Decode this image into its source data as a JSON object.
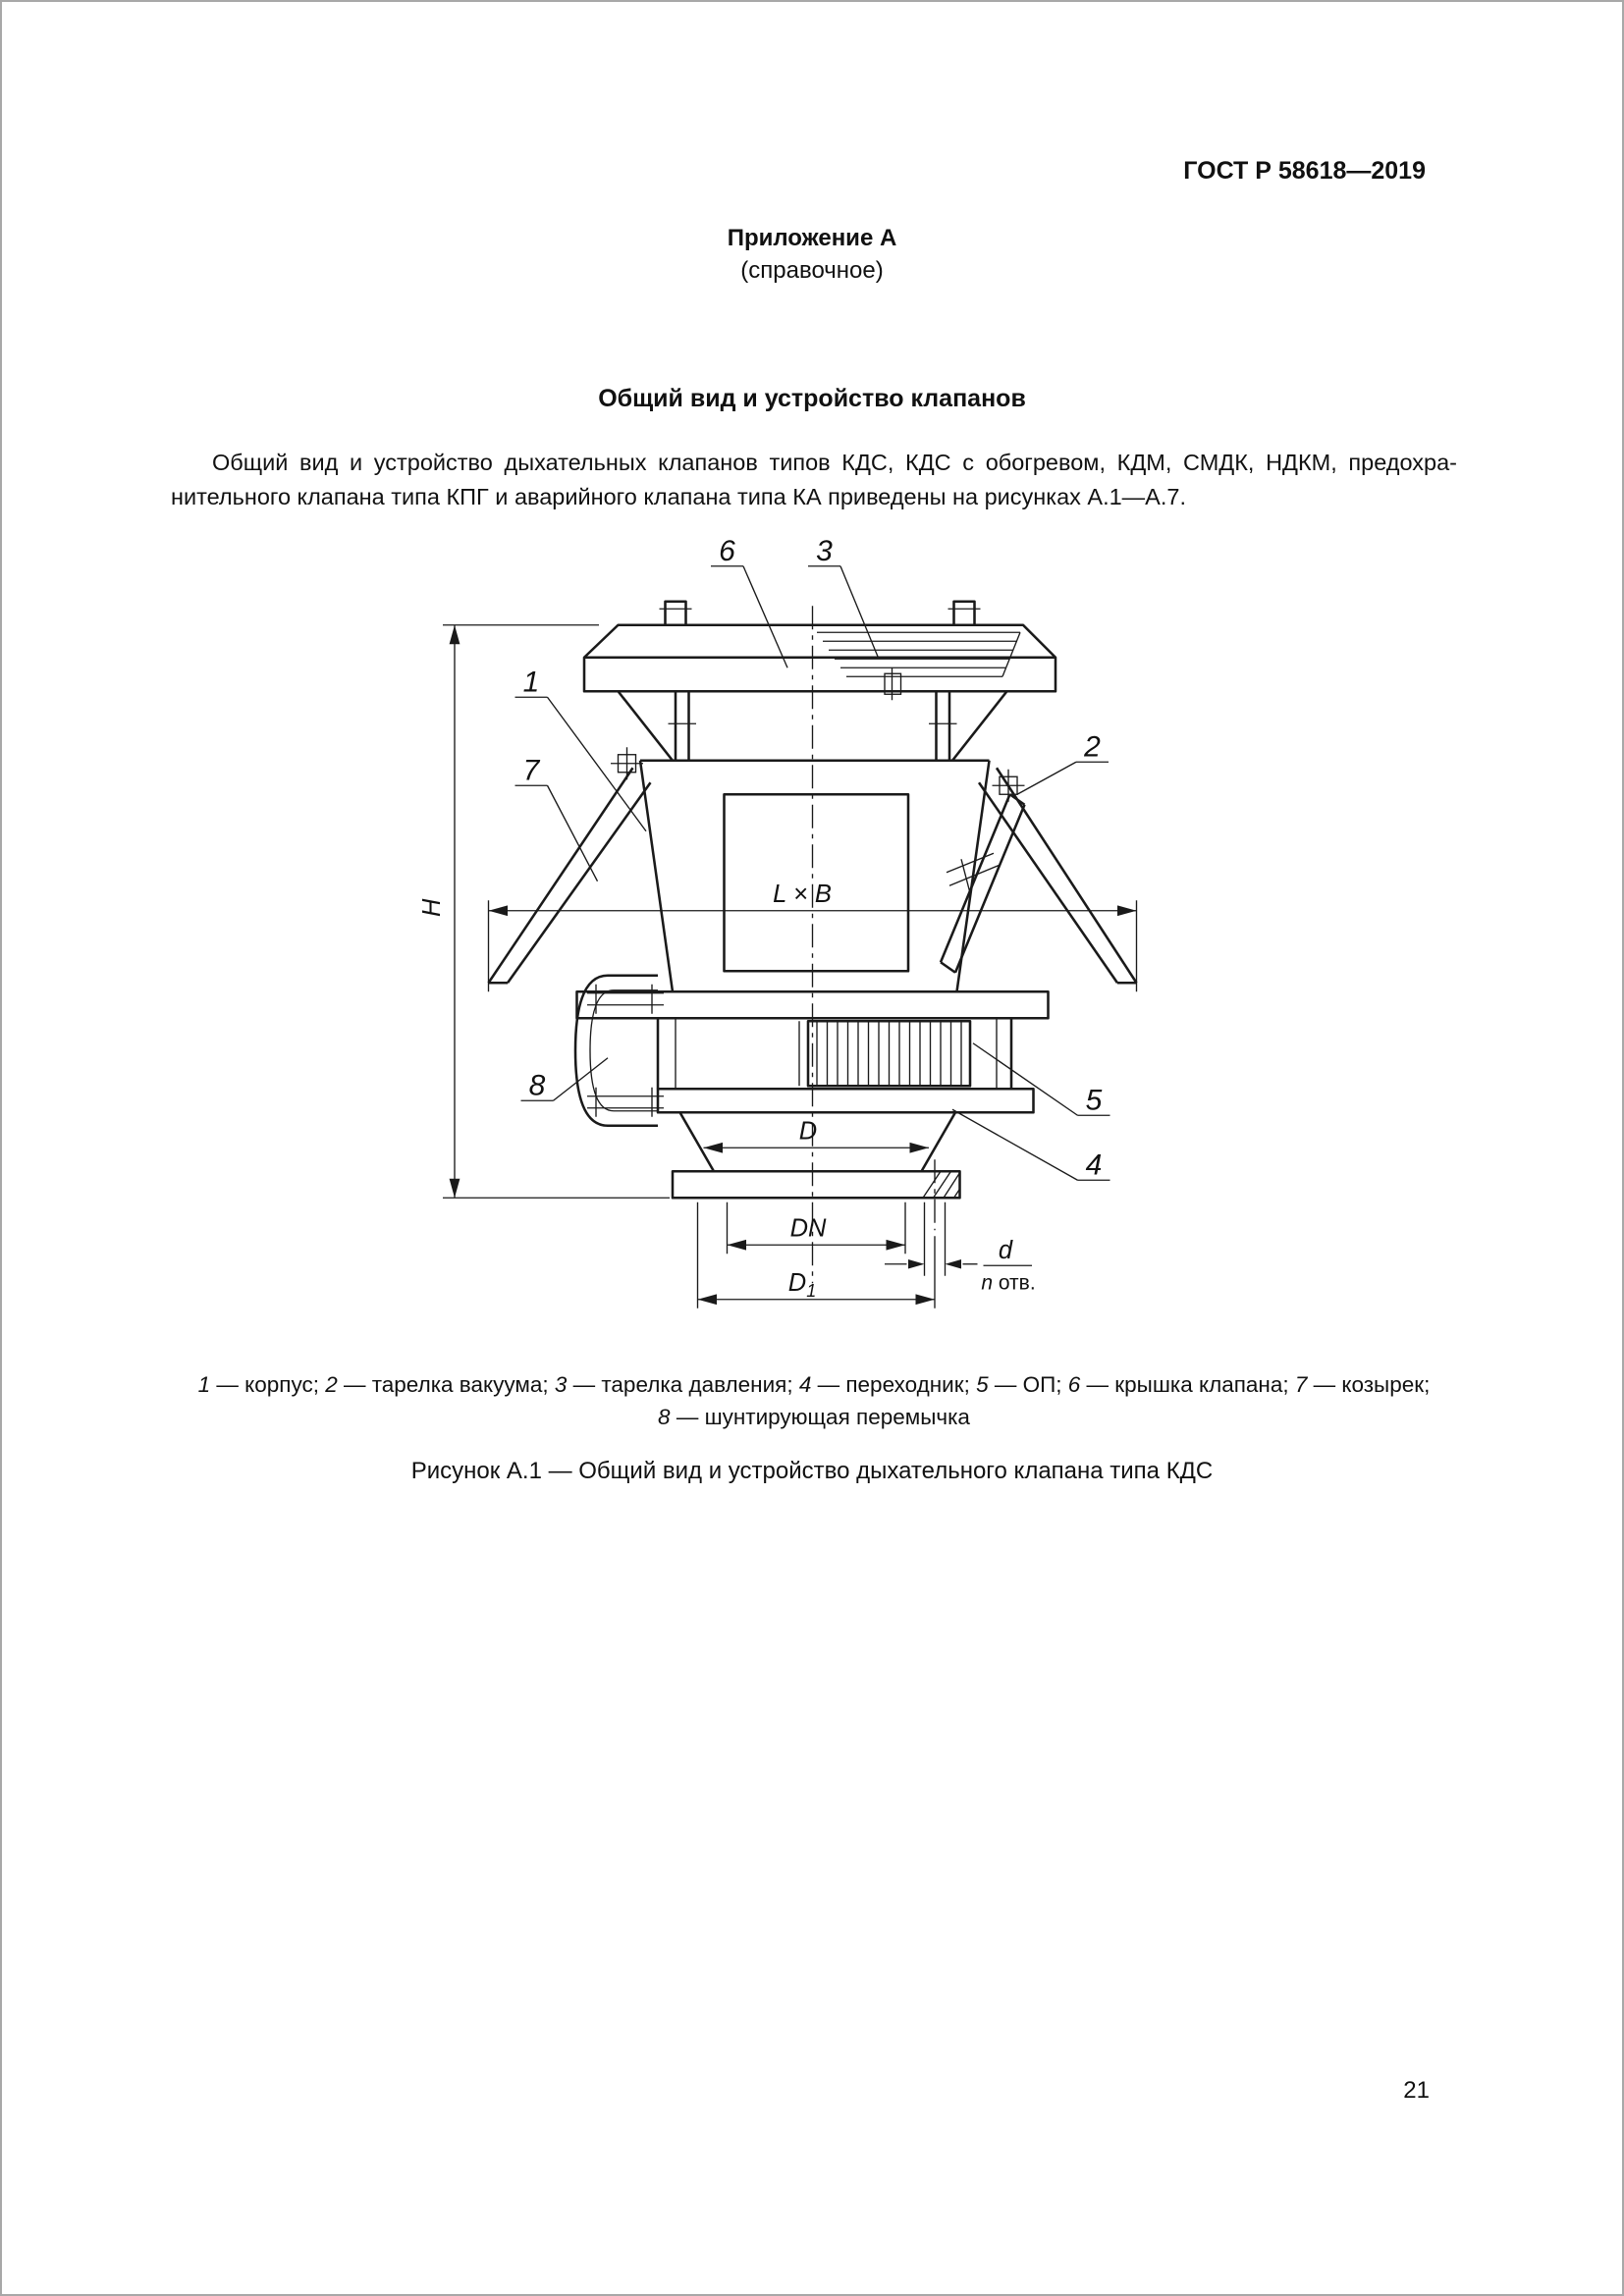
{
  "page": {
    "standard": "ГОСТ Р 58618—2019",
    "number": "21"
  },
  "appendix": {
    "label": "Приложение А",
    "type": "(справочное)",
    "title": "Общий вид и устройство клапанов"
  },
  "intro": {
    "line1": "Общий вид и устройство дыхательных клапанов типов КДС, КДС с обогревом, КДМ, СМДК, НДКМ, предохра-",
    "line2": "нительного клапана типа КПГ и аварийного клапана типа КА приведены на рисунках А.1—А.7."
  },
  "figure": {
    "caption": "Рисунок А.1 — Общий вид и устройство дыхательного клапана типа КДС",
    "labels": {
      "h": "H",
      "lxb": "L × B",
      "d": "D",
      "dn": "DN",
      "d1": "D",
      "d1sub": "1",
      "d_hole": "d",
      "n": "n",
      "otv": " отв."
    },
    "callouts": {
      "c1": "1",
      "c2": "2",
      "c3": "3",
      "c4": "4",
      "c5": "5",
      "c6": "6",
      "c7": "7",
      "c8": "8"
    },
    "legend_line1": [
      {
        "n": "1",
        "t": " — корпус; "
      },
      {
        "n": "2",
        "t": " — тарелка вакуума; "
      },
      {
        "n": "3",
        "t": " — тарелка давления; "
      },
      {
        "n": "4",
        "t": " — переходник; "
      },
      {
        "n": "5",
        "t": " — ОП; "
      },
      {
        "n": "6",
        "t": " — крышка клапана; "
      },
      {
        "n": "7",
        "t": " — козырек;"
      }
    ],
    "legend_line2": [
      {
        "n": "8",
        "t": " — шунтирующая перемычка"
      }
    ]
  }
}
